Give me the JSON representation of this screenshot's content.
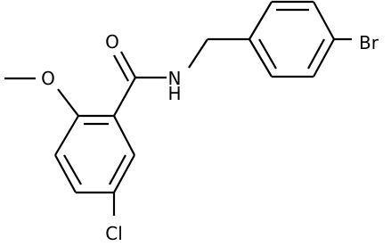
{
  "molecule": {
    "atoms": {
      "oxygen_carbonyl": "O",
      "nitrogen_amide": "N",
      "hydrogen_amide": "H",
      "oxygen_methoxy": "O",
      "bromine": "Br",
      "chlorine": "Cl"
    }
  }
}
